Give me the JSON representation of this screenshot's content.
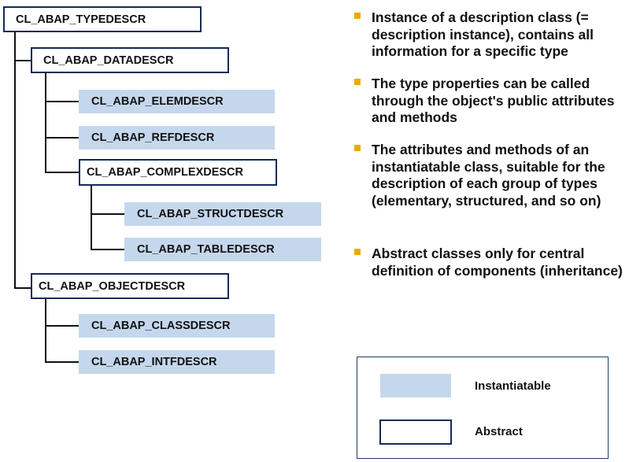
{
  "tree": {
    "typedescr": "CL_ABAP_TYPEDESCR",
    "datadescr": "CL_ABAP_DATADESCR",
    "elemdescr": "CL_ABAP_ELEMDESCR",
    "refdescr": "CL_ABAP_REFDESCR",
    "complexdescr": "CL_ABAP_COMPLEXDESCR",
    "structdescr": "CL_ABAP_STRUCTDESCR",
    "tabledescr": "CL_ABAP_TABLEDESCR",
    "objectdescr": "CL_ABAP_OBJECTDESCR",
    "classdescr": "CL_ABAP_CLASSDESCR",
    "intfdescr": "CL_ABAP_INTFDESCR"
  },
  "bullets": [
    "Instance of a description class (= description instance), contains all information for a specific type",
    "The type properties can be called through the object's public attributes and methods",
    "The attributes and methods of an instantiatable class, suitable for the description of each group of types (elementary, structured, and so on)",
    "Abstract classes only for central definition of components (inheritance)"
  ],
  "legend": {
    "instantiatable": "Instantiatable",
    "abstract": "Abstract"
  },
  "colors": {
    "instantiatable_fill": "#c5d7ec",
    "abstract_border": "#0f2b59",
    "bullet": "#f0a800"
  }
}
